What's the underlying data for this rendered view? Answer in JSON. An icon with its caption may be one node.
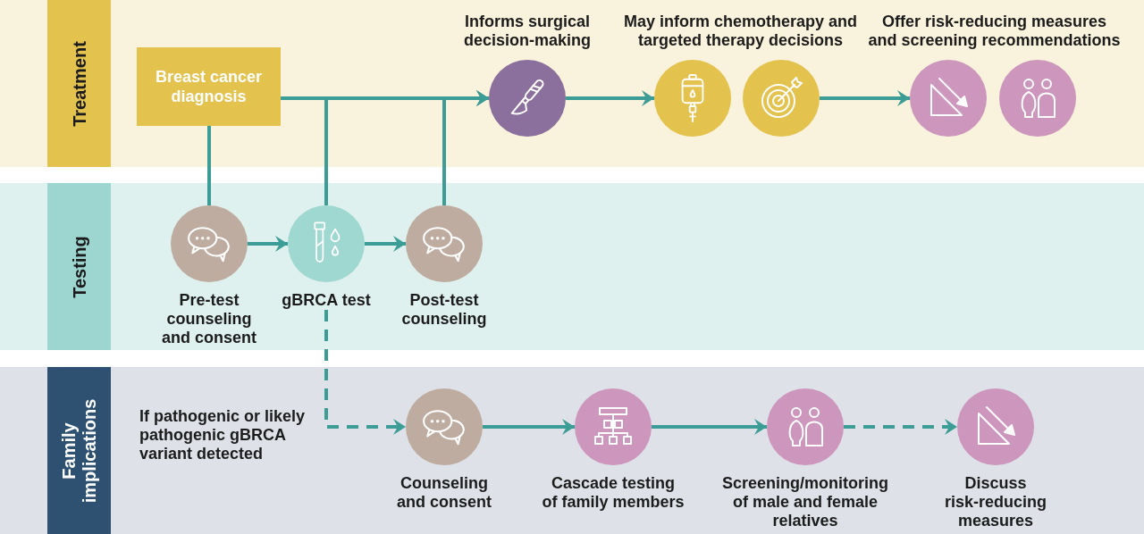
{
  "diagram": {
    "nodes": [
      {
        "text": [
          "Treatment"
        ]
      },
      {
        "text": [
          "Breast cancer diagnosis"
        ],
        "in": 0
      },
      {
        "text": [
          "Informs surgical decision-making"
        ],
        "in": 0
      },
      {
        "text": [],
        "shape": "circle",
        "in": 0
      },
      {
        "text": [],
        "shape": "circle",
        "in": 0
      },
      {
        "text": [],
        "shape": "circle",
        "in": 0
      },
      {
        "text": [],
        "shape": "circle",
        "in": 0
      },
      {
        "text": [
          "Testing"
        ]
      },
      {
        "text": [
          "Pre-test counseling and consent"
        ],
        "in": 7
      },
      {
        "text": [
          "gBRCA test"
        ],
        "in": 7
      },
      {
        "text": [
          "Post-test counseling"
        ],
        "in": 7
      },
      {
        "text": [
          "Family implications"
        ]
      },
      {
        "text": [
          "Counseling and consent"
        ],
        "in": 11
      },
      {
        "text": [
          "Cascade testing of family members"
        ],
        "in": 11
      },
      {
        "text": [
          "Screening/monitoring of male and female relatives"
        ],
        "in": 11
      },
      {
        "text": [
          "Discuss risk-reducing measures"
        ],
        "in": 11
      }
    ],
    "edges": [
      {
        "from": 1,
        "to": 2,
        "arrow": "to"
      },
      {
        "from": 1,
        "to": 8,
        "arrow": "none"
      },
      {
        "from": 8,
        "to": 9,
        "arrow": "to"
      },
      {
        "from": 9,
        "to": 10,
        "arrow": "to"
      },
      {
        "from": 9,
        "to": 2,
        "arrow": "to"
      },
      {
        "from": 10,
        "to": 2,
        "arrow": "to"
      },
      {
        "from": 2,
        "to": 3,
        "arrow": "to"
      },
      {
        "from": 4,
        "to": 5,
        "arrow": "to"
      },
      {
        "from": 9,
        "to": 12,
        "arrow": "to",
        "style": "dashed"
      },
      {
        "from": 12,
        "to": 13,
        "arrow": "to"
      },
      {
        "from": 13,
        "to": 14,
        "arrow": "to"
      },
      {
        "from": 14,
        "to": 15,
        "arrow": "to",
        "style": "dashed"
      }
    ],
    "labels": [
      "May inform chemotherapy and targeted therapy decisions",
      "Offer risk-reducing measures and screening recommendations",
      "If pathogenic or likely pathogenic gBRCA variant detected"
    ]
  }
}
